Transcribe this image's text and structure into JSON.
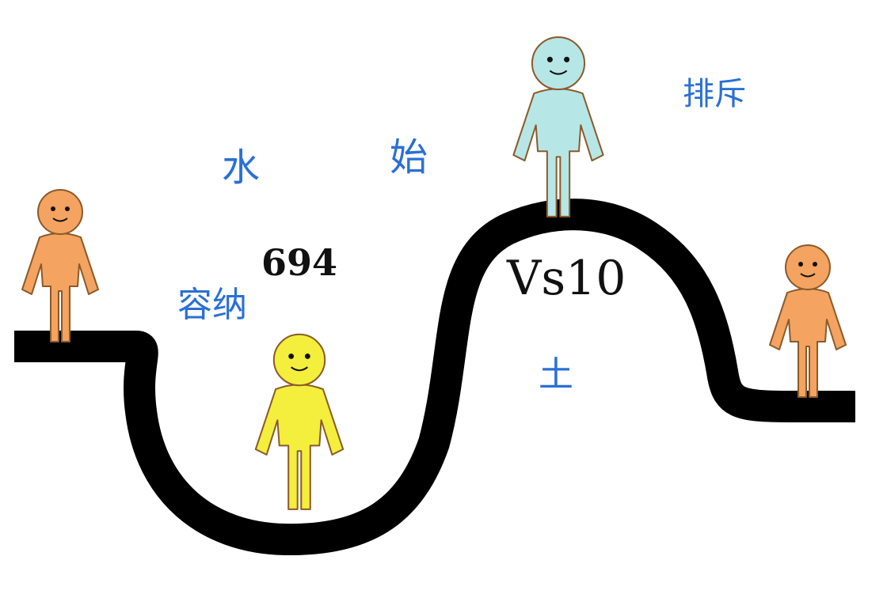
{
  "printed_labels": {
    "left_value": "694",
    "right_value": "Vs10"
  },
  "handwritten_notes": {
    "water": "水",
    "start": "始",
    "accommodate": "容纳",
    "exclude": "排斥",
    "soil": "土"
  },
  "figures": [
    {
      "name": "figure-left-orange",
      "color": "#f4a360",
      "description_color": "orange"
    },
    {
      "name": "figure-valley-yellow",
      "color": "#f4ee3c",
      "description_color": "yellow"
    },
    {
      "name": "figure-peak-blue",
      "color": "#b7e6e6",
      "description_color": "light blue"
    },
    {
      "name": "figure-right-orange",
      "color": "#f4a360",
      "description_color": "orange"
    }
  ],
  "colors": {
    "track": "#000000",
    "handwriting": "#2a6fd6",
    "outline": "#8a5a2a"
  }
}
